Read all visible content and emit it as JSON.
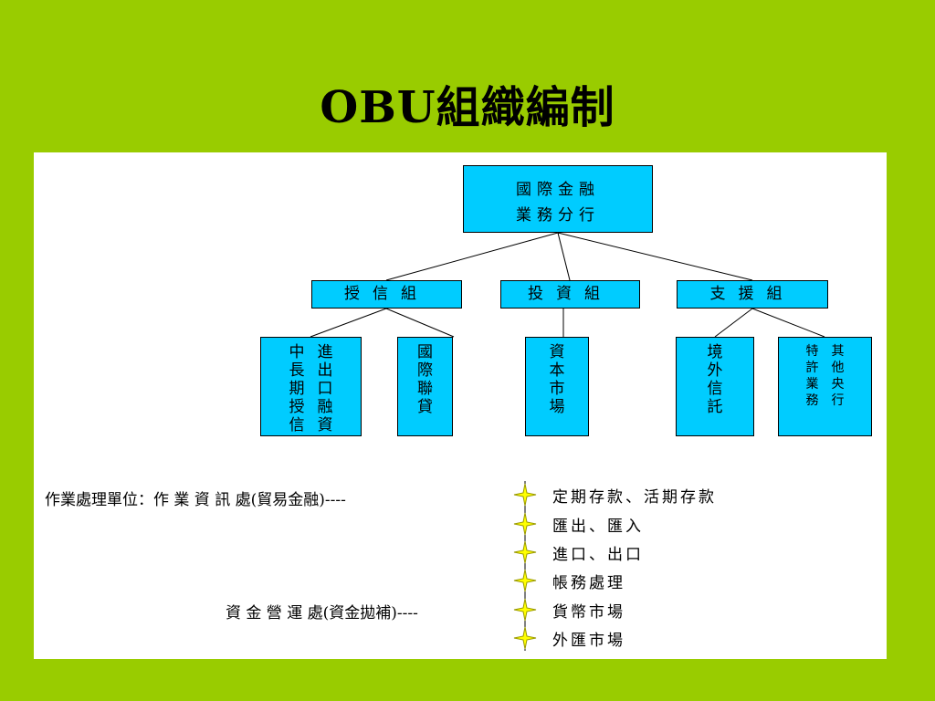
{
  "title": "OBU組織編制",
  "chart": {
    "root": {
      "lines": [
        "國際金融",
        "業務分行"
      ]
    },
    "groups": [
      {
        "label": "授信組"
      },
      {
        "label": "投資組"
      },
      {
        "label": "支援組"
      }
    ],
    "leaves": [
      {
        "cols": [
          "中長期授信",
          "進出口融資"
        ]
      },
      {
        "cols": [
          "國際聯貸"
        ]
      },
      {
        "cols": [
          "資本市場"
        ]
      },
      {
        "cols": [
          "境外信託"
        ]
      },
      {
        "cols": [
          "特許業務",
          "其他央行"
        ]
      }
    ]
  },
  "units": {
    "label1": "作業處理單位：作 業 資 訊 處(貿易金融)----",
    "label2": "資 金 營 運 處(資金拋補)----",
    "items": [
      "定期存款、活期存款",
      "匯出、匯入",
      "進口、出口",
      "帳務處理",
      "貨幣市場",
      "外匯市場"
    ]
  }
}
